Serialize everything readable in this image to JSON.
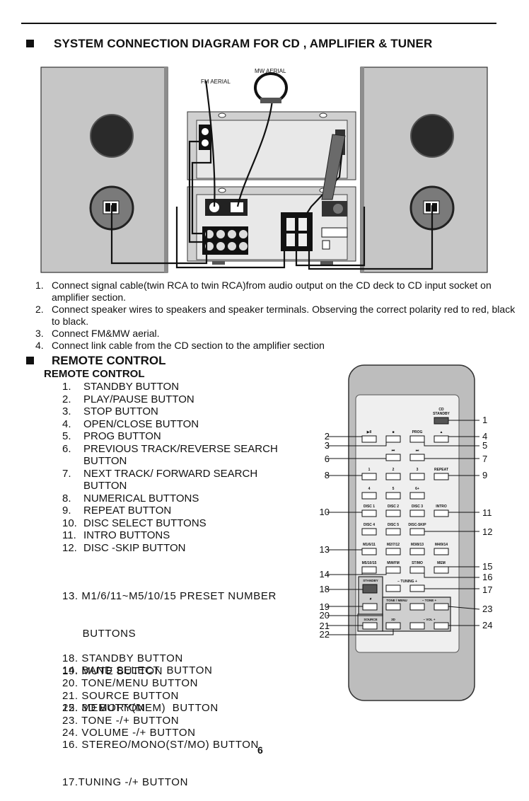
{
  "section1": {
    "title": "SYSTEM CONNECTION DIAGRAM FOR CD , AMPLIFIER & TUNER",
    "mw_aerial": "MW AERIAL",
    "fm_aerial": "FM AERIAL",
    "steps": [
      {
        "num": "1.",
        "text": "Connect signal cable(twin RCA to twin RCA)from audio output on the CD deck to CD input socket on amplifier section."
      },
      {
        "num": "2.",
        "text": "Connect speaker wires to speakers and speaker terminals. Observing the correct polarity red to red, black to black."
      },
      {
        "num": "3.",
        "text": "Connect FM&MW aerial."
      },
      {
        "num": "4.",
        "text": "Connect link cable from  the CD section to the amplifier section"
      }
    ]
  },
  "section2": {
    "title": "REMOTE CONTROL",
    "subtitle": "REMOTE CONTROL",
    "list_a": [
      {
        "num": "1.",
        "text": "STANDBY BUTTON"
      },
      {
        "num": "2.",
        "text": "PLAY/PAUSE  BUTTON"
      },
      {
        "num": "3.",
        "text": "STOP BUTTON"
      },
      {
        "num": "4.",
        "text": "OPEN/CLOSE BUTTON"
      },
      {
        "num": "5.",
        "text": "PROG BUTTON"
      },
      {
        "num": "6.",
        "text": "PREVIOUS TRACK/REVERSE SEARCH"
      },
      {
        "num": "",
        "text": "BUTTON"
      },
      {
        "num": "7.",
        "text": "NEXT TRACK/ FORWARD SEARCH"
      },
      {
        "num": "",
        "text": "BUTTON"
      },
      {
        "num": "8.",
        "text": "NUMERICAL BUTTONS"
      },
      {
        "num": "9.",
        "text": "REPEAT BUTTON"
      },
      {
        "num": "10.",
        "text": "DISC SELECT  BUTTONS"
      },
      {
        "num": "11.",
        "text": "INTRO  BUTTONS"
      },
      {
        "num": "12.",
        "text": "DISC -SKIP BUTTON"
      }
    ],
    "list_b": [
      "13. M1/6/11~M5/10/15 PRESET NUMBER",
      "      BUTTONS",
      "14. BAND SELECT  BUTTON",
      "15. MEMORY(MEM)  BUTTON",
      "16. STEREO/MONO(ST/MO) BUTTON",
      "17.TUNING -/+ BUTTON"
    ],
    "list_c": [
      "18. STANDBY  BUTTON",
      "19. MUTE BUTTON",
      "20. TONE/MENU BUTTON",
      "21. SOURCE BUTTON",
      "22. 3D BUTTON",
      "23. TONE -/+ BUTTON",
      "24. VOLUME -/+ BUTTON"
    ]
  },
  "remote": {
    "cd_standby": "CD\nSTANDBY",
    "row1": [
      "▶II",
      "■",
      "PROG",
      "▲"
    ],
    "row2": [
      "⏮",
      "⏭"
    ],
    "row3": [
      "1",
      "2",
      "3",
      "REPEAT"
    ],
    "row4": [
      "4",
      "5",
      "6+"
    ],
    "row5": [
      "DISC 1",
      "DISC 2",
      "DISC 3",
      "INTRO"
    ],
    "row6": [
      "DISC 4",
      "DISC 5",
      "DISC-SKIP"
    ],
    "row7": [
      "M1/6/11",
      "M2/7/12",
      "M3/8/13",
      "M4/9/14"
    ],
    "row8": [
      "M5/10/15",
      "MW/FM",
      "ST/MO",
      "MEM"
    ],
    "tuning": "−  TUNING  +",
    "standby": "STANDBY",
    "tone_menu": "TONE / MENU",
    "tone": "−   TONE   +",
    "source": "SOURCE",
    "threed": "3D",
    "vol": "−    VOL    +",
    "callouts": [
      "1",
      "2",
      "3",
      "4",
      "5",
      "6",
      "7",
      "8",
      "9",
      "10",
      "11",
      "12",
      "13",
      "14",
      "15",
      "16",
      "17",
      "18",
      "19",
      "20",
      "21",
      "22",
      "23",
      "24"
    ]
  },
  "page_number": "6"
}
